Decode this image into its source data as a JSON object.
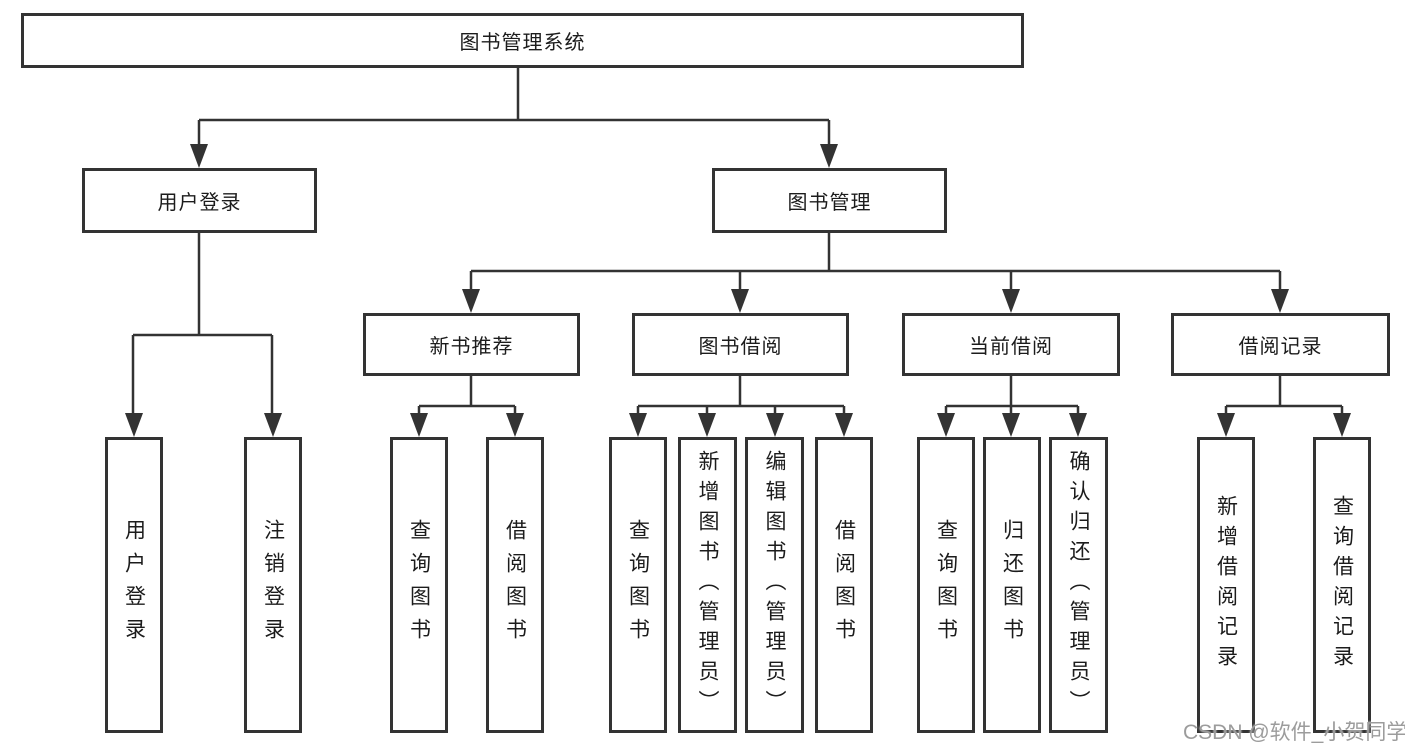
{
  "nodes": {
    "root": {
      "label": "图书管理系统"
    },
    "level2": [
      {
        "label": "用户登录"
      },
      {
        "label": "图书管理"
      }
    ],
    "level3": [
      {
        "label": "新书推荐"
      },
      {
        "label": "图书借阅"
      },
      {
        "label": "当前借阅"
      },
      {
        "label": "借阅记录"
      }
    ],
    "leaves": [
      {
        "label": "用户登录"
      },
      {
        "label": "注销登录"
      },
      {
        "label": "查询图书"
      },
      {
        "label": "借阅图书"
      },
      {
        "label": "查询图书"
      },
      {
        "label": "新增图书（管理员）"
      },
      {
        "label": "编辑图书（管理员）"
      },
      {
        "label": "借阅图书"
      },
      {
        "label": "查询图书"
      },
      {
        "label": "归还图书"
      },
      {
        "label": "确认归还（管理员）"
      },
      {
        "label": "新增借阅记录"
      },
      {
        "label": "查询借阅记录"
      }
    ]
  },
  "watermark": {
    "text": "CSDN @软件_小贺同学"
  },
  "colors": {
    "line": "#333333",
    "box_border": "#333333",
    "text": "#1c1c1c",
    "watermark": "#9c9c9c",
    "background": "#ffffff"
  }
}
